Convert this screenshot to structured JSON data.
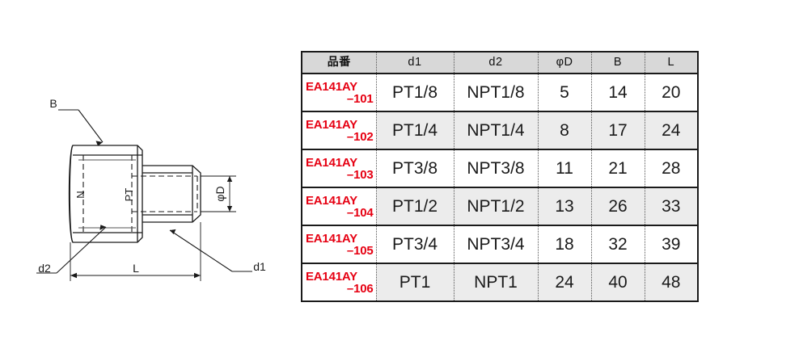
{
  "drawing": {
    "caption_labels": {
      "b": "B",
      "d1": "d1",
      "d2": "d2",
      "l": "L",
      "phi_d": "φD",
      "thread_female": "N",
      "thread_male": "PT"
    }
  },
  "table": {
    "headers": [
      "品番",
      "d1",
      "d2",
      "φD",
      "B",
      "L"
    ],
    "part_prefix": "EA141AY",
    "accent_color": "#e60012",
    "rows": [
      {
        "pn_top": "EA141AY",
        "pn_bot": "–101",
        "d1": "PT1/8",
        "d2": "NPT1/8",
        "phiD": "5",
        "B": "14",
        "L": "20"
      },
      {
        "pn_top": "EA141AY",
        "pn_bot": "–102",
        "d1": "PT1/4",
        "d2": "NPT1/4",
        "phiD": "8",
        "B": "17",
        "L": "24"
      },
      {
        "pn_top": "EA141AY",
        "pn_bot": "–103",
        "d1": "PT3/8",
        "d2": "NPT3/8",
        "phiD": "11",
        "B": "21",
        "L": "28"
      },
      {
        "pn_top": "EA141AY",
        "pn_bot": "–104",
        "d1": "PT1/2",
        "d2": "NPT1/2",
        "phiD": "13",
        "B": "26",
        "L": "33"
      },
      {
        "pn_top": "EA141AY",
        "pn_bot": "–105",
        "d1": "PT3/4",
        "d2": "NPT3/4",
        "phiD": "18",
        "B": "32",
        "L": "39"
      },
      {
        "pn_top": "EA141AY",
        "pn_bot": "–106",
        "d1": "PT1",
        "d2": "NPT1",
        "phiD": "24",
        "B": "40",
        "L": "48"
      }
    ]
  }
}
